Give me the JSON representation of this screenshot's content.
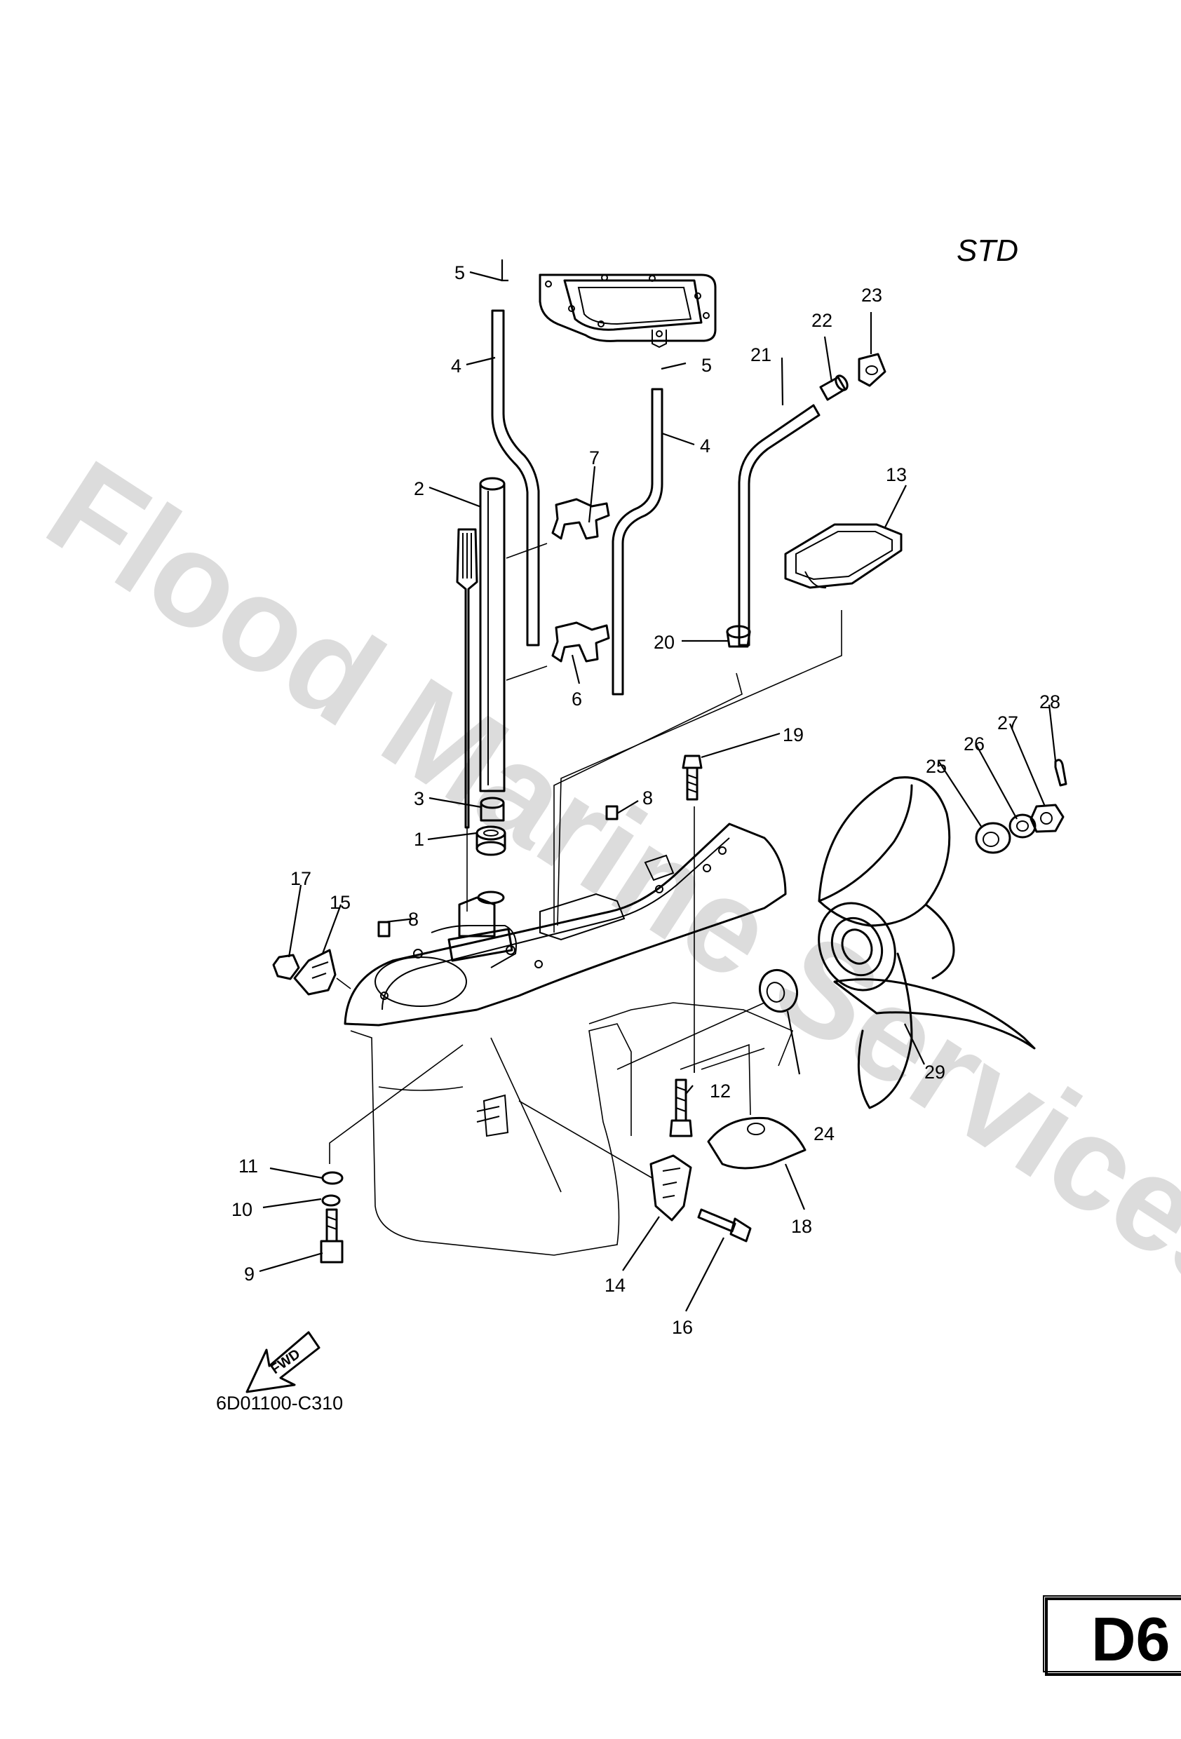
{
  "page": {
    "variant": "STD",
    "diagram_code": "6D01100-C310",
    "page_id": "D6",
    "watermark": "Flood Marine Services",
    "fwd_label": "FWD"
  },
  "callouts": [
    {
      "n": "1"
    },
    {
      "n": "2"
    },
    {
      "n": "3"
    },
    {
      "n": "4"
    },
    {
      "n": "4"
    },
    {
      "n": "5"
    },
    {
      "n": "5"
    },
    {
      "n": "6"
    },
    {
      "n": "7"
    },
    {
      "n": "8"
    },
    {
      "n": "8"
    },
    {
      "n": "9"
    },
    {
      "n": "10"
    },
    {
      "n": "11"
    },
    {
      "n": "12"
    },
    {
      "n": "13"
    },
    {
      "n": "14"
    },
    {
      "n": "15"
    },
    {
      "n": "16"
    },
    {
      "n": "17"
    },
    {
      "n": "18"
    },
    {
      "n": "19"
    },
    {
      "n": "20"
    },
    {
      "n": "21"
    },
    {
      "n": "22"
    },
    {
      "n": "23"
    },
    {
      "n": "24"
    },
    {
      "n": "25"
    },
    {
      "n": "26"
    },
    {
      "n": "27"
    },
    {
      "n": "28"
    },
    {
      "n": "29"
    }
  ]
}
